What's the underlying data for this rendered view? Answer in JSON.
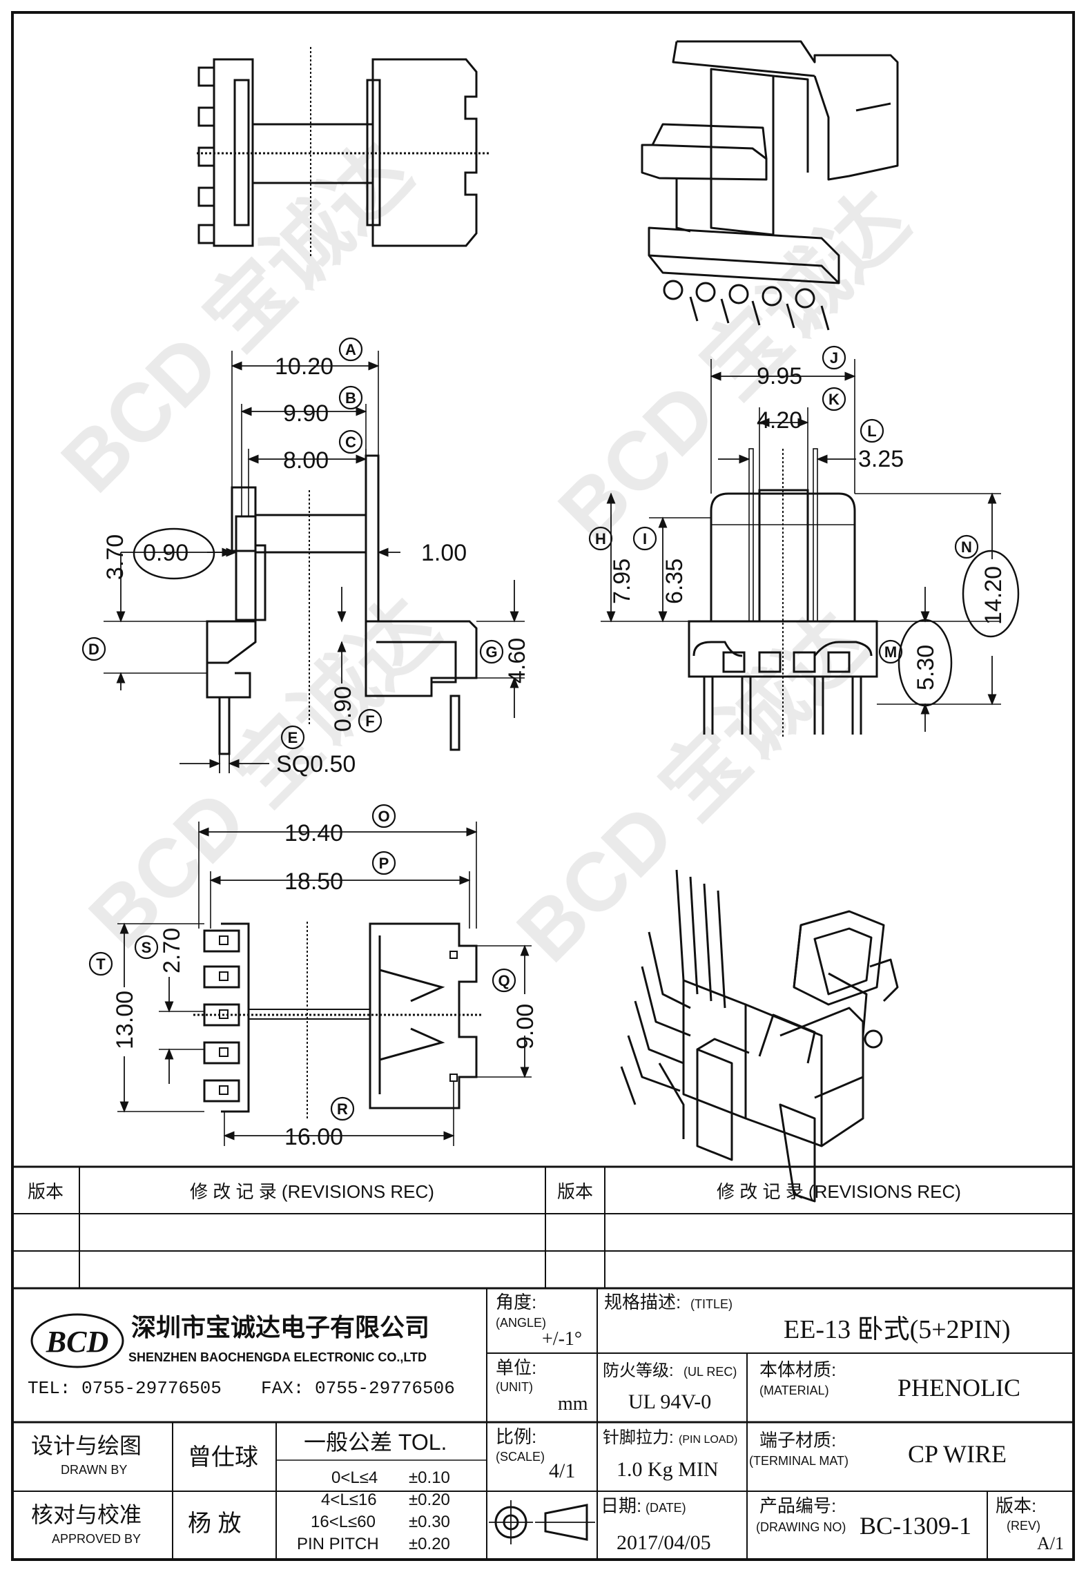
{
  "views": {
    "side": {
      "dims": {
        "a": "10.20",
        "b": "9.90",
        "c": "8.00",
        "h370": "3.70",
        "e090": "0.90",
        "e100": "1.00",
        "v460": "4.60",
        "v090": "0.90",
        "sq": "SQ0.50"
      },
      "labels": {
        "A": "A",
        "B": "B",
        "C": "C",
        "D": "D",
        "E": "E",
        "F": "F",
        "G": "G"
      }
    },
    "front": {
      "dims": {
        "j": "9.95",
        "k": "4.20",
        "l": "3.25",
        "h795": "7.95",
        "h635": "6.35",
        "h1420": "14.20",
        "h530": "5.30"
      },
      "labels": {
        "H": "H",
        "I": "I",
        "J": "J",
        "K": "K",
        "L": "L",
        "M": "M",
        "N": "N"
      }
    },
    "bottom": {
      "dims": {
        "o": "19.40",
        "p": "18.50",
        "r": "16.00",
        "t": "13.00",
        "s": "2.70",
        "q": "9.00"
      },
      "labels": {
        "O": "O",
        "P": "P",
        "Q": "Q",
        "R": "R",
        "S": "S",
        "T": "T"
      }
    }
  },
  "title_block": {
    "rev_header": "版本",
    "rev_records": "修 改 记 录 (REVISIONS REC)",
    "company_cn": "深圳市宝诚达电子有限公司",
    "company_en": "SHENZHEN BAOCHENGDA ELECTRONIC CO.,LTD",
    "logo": "BCD",
    "tel": "TEL: 0755-29776505",
    "fax": "FAX: 0755-29776506",
    "angle_label": "角度:",
    "angle_en": "(ANGLE)",
    "angle_value": "+/-1°",
    "title_label": "规格描述:",
    "title_en": "(TITLE)",
    "title_value": "EE-13 卧式(5+2PIN)",
    "unit_label": "单位:",
    "unit_en": "(UNIT)",
    "unit_value": "mm",
    "ul_label": "防火等级:",
    "ul_en": "(UL REC)",
    "ul_value": "UL 94V-0",
    "material_label": "本体材质:",
    "material_en": "(MATERIAL)",
    "material_value": "PHENOLIC",
    "drawn_label": "设计与绘图",
    "drawn_en": "DRAWN BY",
    "drawn_value": "曾仕球",
    "tol_label": "一般公差 TOL.",
    "tol_rows": [
      {
        "range": "0<L≤4",
        "value": "±0.10"
      },
      {
        "range": "4<L≤16",
        "value": "±0.20"
      },
      {
        "range": "16<L≤60",
        "value": "±0.30"
      },
      {
        "range": "PIN PITCH",
        "value": "±0.20"
      }
    ],
    "scale_label": "比例:",
    "scale_en": "(SCALE)",
    "scale_value": "4/1",
    "pin_load_label": "针脚拉力:",
    "pin_load_en": "(PIN LOAD)",
    "pin_load_value": "1.0 Kg MIN",
    "terminal_label": "端子材质:",
    "terminal_en": "(TERMINAL MAT)",
    "terminal_value": "CP WIRE",
    "approved_label": "核对与校准",
    "approved_en": "APPROVED BY",
    "approved_value": "杨  放",
    "date_label": "日期:",
    "date_en": "(DATE)",
    "date_value": "2017/04/05",
    "drawing_no_label": "产品编号:",
    "drawing_no_en": "(DRAWING NO)",
    "drawing_no_value": "BC-1309-1",
    "rev_label": "版本:",
    "rev_en": "(REV)",
    "rev_value": "A/1"
  }
}
